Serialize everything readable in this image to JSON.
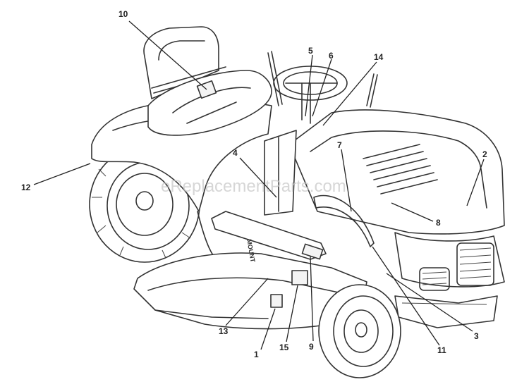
{
  "watermark": "eReplacementParts.com",
  "callouts": [
    {
      "id": "c1",
      "label": "1"
    },
    {
      "id": "c2",
      "label": "2"
    },
    {
      "id": "c3",
      "label": "3"
    },
    {
      "id": "c4",
      "label": "4"
    },
    {
      "id": "c5",
      "label": "5"
    },
    {
      "id": "c6",
      "label": "6"
    },
    {
      "id": "c7",
      "label": "7"
    },
    {
      "id": "c8",
      "label": "8"
    },
    {
      "id": "c9",
      "label": "9"
    },
    {
      "id": "c10",
      "label": "10"
    },
    {
      "id": "c11",
      "label": "11"
    },
    {
      "id": "c12",
      "label": "12"
    },
    {
      "id": "c13",
      "label": "13"
    },
    {
      "id": "c14",
      "label": "14"
    },
    {
      "id": "c15",
      "label": "15"
    }
  ],
  "fender_text": "MOUNT"
}
